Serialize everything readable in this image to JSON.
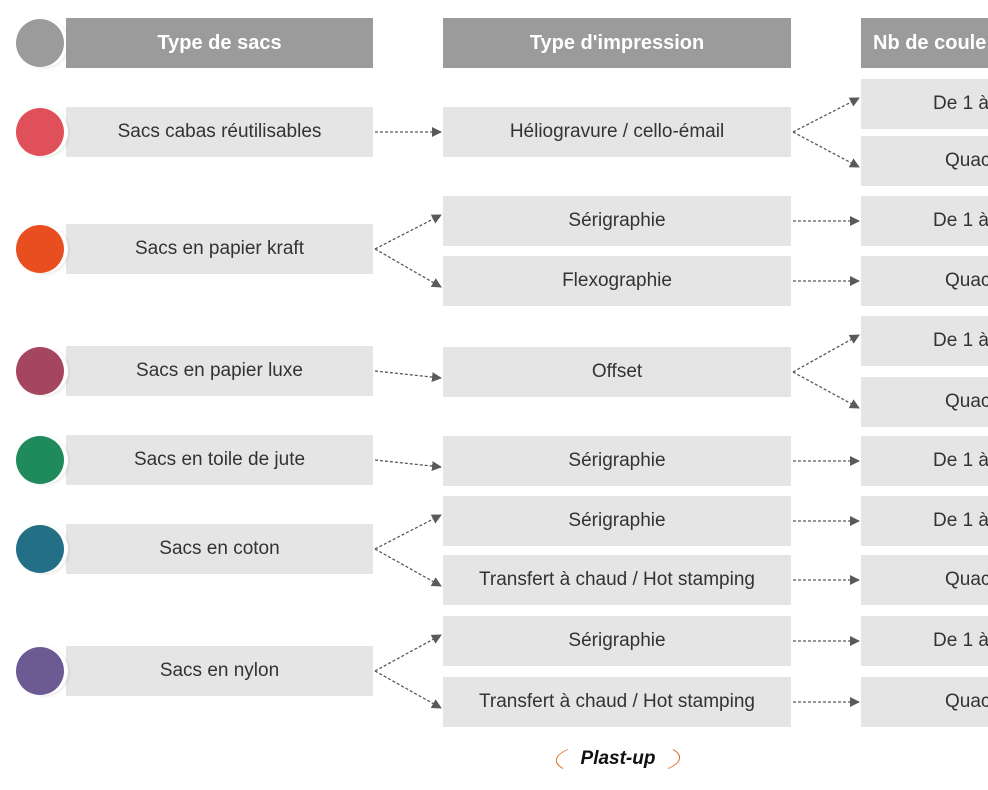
{
  "headers": {
    "bag_type": "Type de sacs",
    "print_type": "Type d'impression",
    "colors": "Nb de coule"
  },
  "colors": {
    "header_bg": "#9b9b9b",
    "box_bg": "#e5e5e5",
    "arrow": "#5a5a5a",
    "logo_accent": "#e0641a"
  },
  "bags": [
    {
      "label": "Sacs cabas réutilisables",
      "color": "#e0505a"
    },
    {
      "label": "Sacs en papier kraft",
      "color": "#e84e1f"
    },
    {
      "label": "Sacs en papier luxe",
      "color": "#a54660"
    },
    {
      "label": "Sacs en toile de jute",
      "color": "#1f8a5c"
    },
    {
      "label": "Sacs en coton",
      "color": "#236f86"
    },
    {
      "label": "Sacs en nylon",
      "color": "#6c5a93"
    }
  ],
  "prints": [
    {
      "label": "Héliogravure / cello-émail"
    },
    {
      "label": "Sérigraphie"
    },
    {
      "label": "Flexographie"
    },
    {
      "label": "Offset"
    },
    {
      "label": "Sérigraphie"
    },
    {
      "label": "Sérigraphie"
    },
    {
      "label": "Transfert à chaud / Hot stamping"
    },
    {
      "label": "Sérigraphie"
    },
    {
      "label": "Transfert à chaud / Hot stamping"
    }
  ],
  "color_counts": [
    {
      "label": "De 1 à"
    },
    {
      "label": "Quac"
    },
    {
      "label": "De 1 à"
    },
    {
      "label": "Quac"
    },
    {
      "label": "De 1 à"
    },
    {
      "label": "Quac"
    },
    {
      "label": "De 1 à"
    },
    {
      "label": "De 1 à"
    },
    {
      "label": "Quac"
    },
    {
      "label": "De 1 à"
    },
    {
      "label": "Quac"
    }
  ],
  "links": {
    "bag_to_print": [
      [
        0,
        0
      ],
      [
        1,
        1
      ],
      [
        1,
        2
      ],
      [
        2,
        3
      ],
      [
        3,
        4
      ],
      [
        4,
        5
      ],
      [
        4,
        6
      ],
      [
        5,
        7
      ],
      [
        5,
        8
      ]
    ],
    "print_to_count": [
      [
        0,
        0
      ],
      [
        0,
        1
      ],
      [
        1,
        2
      ],
      [
        2,
        3
      ],
      [
        3,
        4
      ],
      [
        3,
        5
      ],
      [
        4,
        6
      ],
      [
        5,
        7
      ],
      [
        6,
        8
      ],
      [
        7,
        9
      ],
      [
        8,
        10
      ]
    ]
  },
  "logo": {
    "text": "Plast-up"
  }
}
